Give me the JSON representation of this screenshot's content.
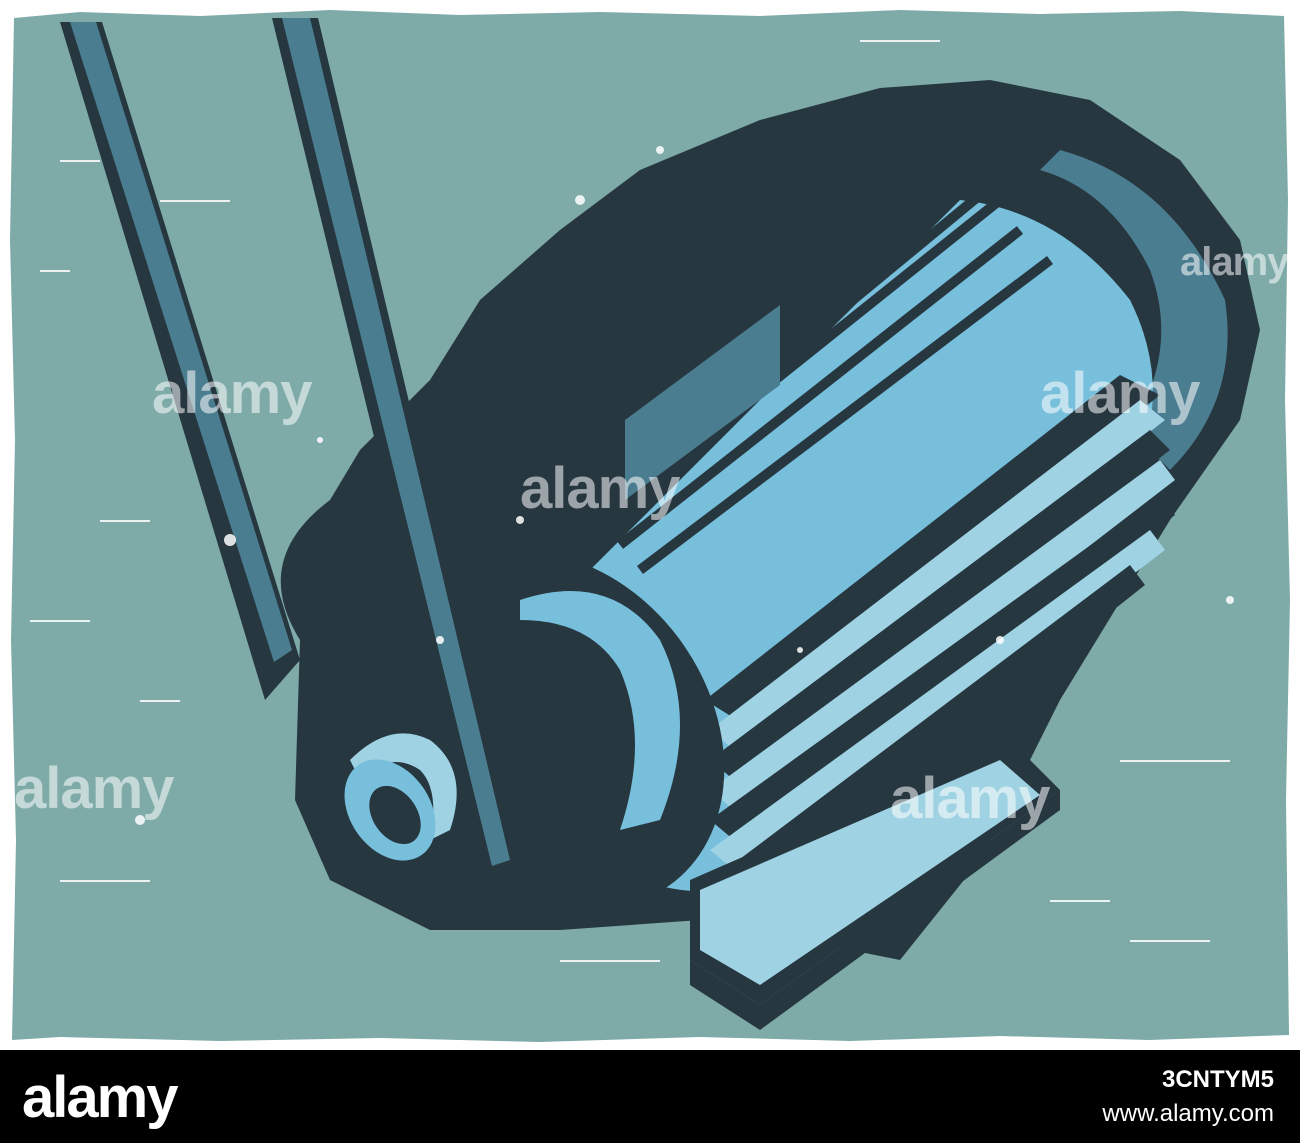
{
  "watermark": {
    "text": "alamy",
    "footer_logo": "alamy",
    "image_id": "3CNTYM5",
    "url": "www.alamy.com"
  },
  "illustration": {
    "subject": "electric motor with belt pulley",
    "style": "distressed retro screen print"
  },
  "colors": {
    "background": "#7eaaa8",
    "dark": "#263740",
    "mid_blue": "#4b7d90",
    "light_blue": "#78bfdc",
    "pale_blue": "#9fd2e3",
    "footer": "#000000",
    "footer_text": "#ffffff"
  }
}
